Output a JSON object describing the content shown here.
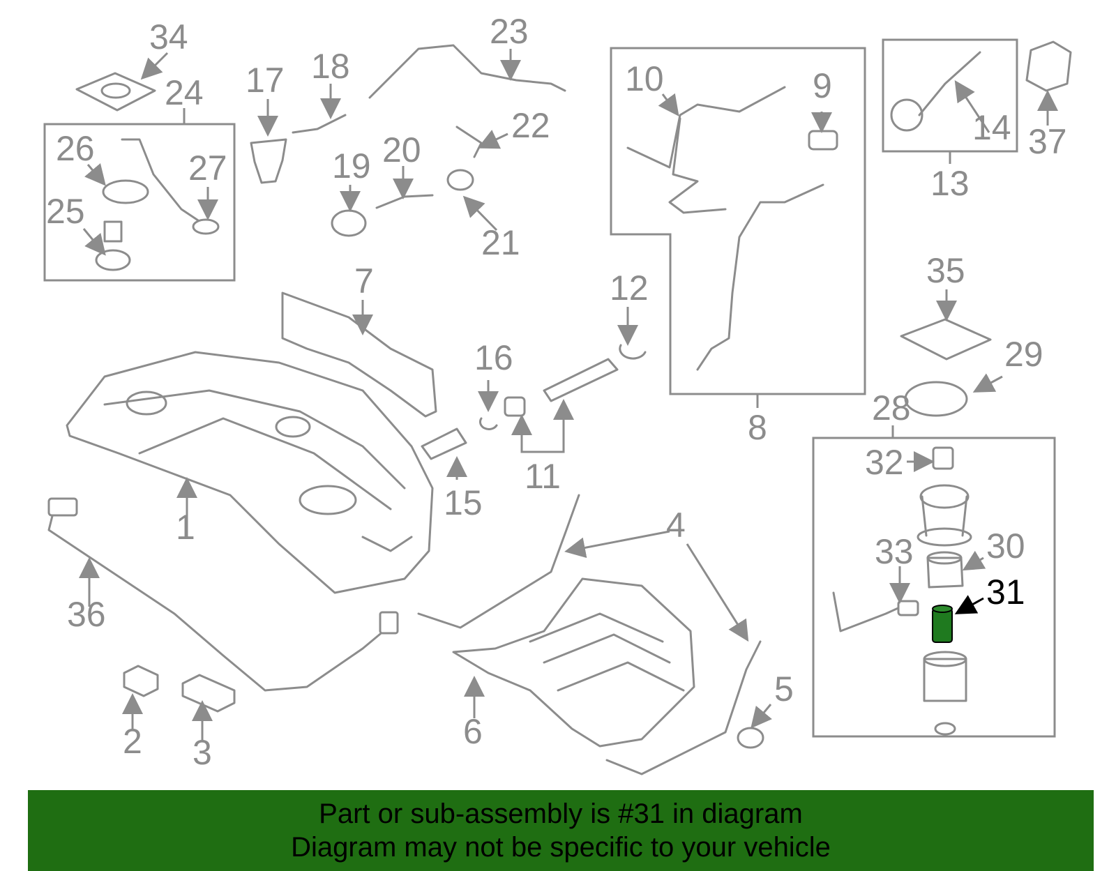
{
  "colors": {
    "line": "#8c8c8c",
    "highlight_fill": "#1f7a1f",
    "banner_bg": "#1f6e12",
    "banner_text": "#000000"
  },
  "labels": {
    "p1": "1",
    "p2": "2",
    "p3": "3",
    "p4a": "4",
    "p4b": "4",
    "p5": "5",
    "p6": "6",
    "p7": "7",
    "p8": "8",
    "p9": "9",
    "p10": "10",
    "p11": "11",
    "p12": "12",
    "p13": "13",
    "p14": "14",
    "p15": "15",
    "p16": "16",
    "p17": "17",
    "p18": "18",
    "p19": "19",
    "p20": "20",
    "p21": "21",
    "p22": "22",
    "p23": "23",
    "p24": "24",
    "p25": "25",
    "p26": "26",
    "p27": "27",
    "p28": "28",
    "p29": "29",
    "p30": "30",
    "p31": "31",
    "p32": "32",
    "p33": "33",
    "p34": "34",
    "p35": "35",
    "p36": "36",
    "p37": "37"
  },
  "highlighted_part": "31",
  "banner": {
    "line1": "Part or sub-assembly is #31 in diagram",
    "line2": "Diagram may not be specific to your vehicle"
  }
}
